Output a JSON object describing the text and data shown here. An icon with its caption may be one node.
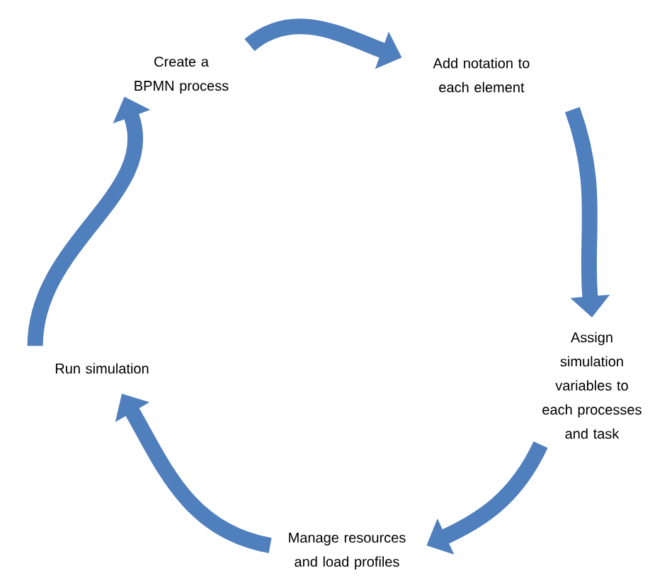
{
  "diagram": {
    "nodes": [
      {
        "text": [
          "Create a BPMN process"
        ]
      },
      {
        "text": [
          "Add notation to each element"
        ]
      },
      {
        "text": [
          "Assign simulation variables to each processes and task"
        ]
      },
      {
        "text": [
          "Run simulation"
        ]
      },
      {
        "text": [
          "Manage resources and load profiles"
        ]
      }
    ],
    "edges": [
      {
        "from": 0,
        "to": 1,
        "arrow": "to"
      },
      {
        "from": 1,
        "to": 2,
        "arrow": "to"
      },
      {
        "from": 2,
        "to": 4,
        "arrow": "to"
      },
      {
        "from": 4,
        "to": 3,
        "arrow": "to"
      },
      {
        "from": 3,
        "to": 0,
        "arrow": "to"
      }
    ]
  }
}
